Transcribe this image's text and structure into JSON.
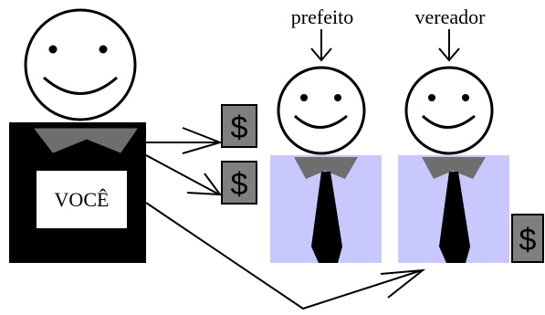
{
  "you": {
    "label": "VOCÊ"
  },
  "officials": [
    {
      "label": "prefeito"
    },
    {
      "label": "vereador"
    }
  ],
  "money": {
    "symbol": "$"
  },
  "colors": {
    "suit": "#000000",
    "bowtie": "#6e6e6e",
    "shirt": "#c8c8ff",
    "money_box": "#7f7f7f",
    "outline": "#000000"
  }
}
